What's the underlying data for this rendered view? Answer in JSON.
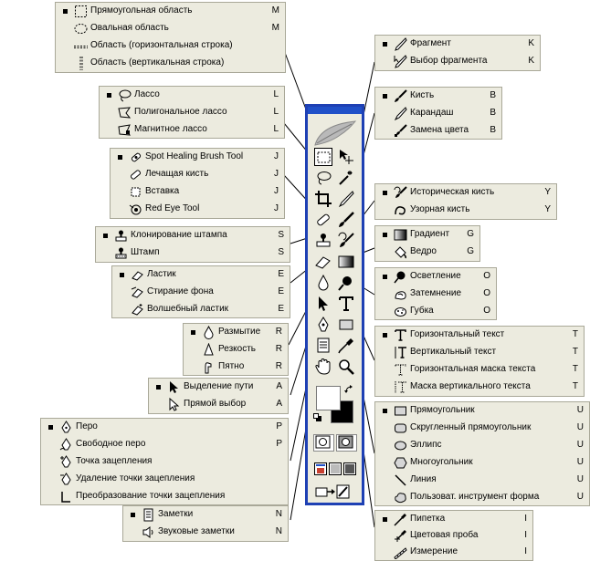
{
  "colors": {
    "panel": "#ecebdf",
    "toolbox_border": "#1e40b4",
    "toolbox_header": "#2050c8"
  },
  "marquee": [
    {
      "label": "Прямоугольная область",
      "key": "M",
      "icon": "rect-marquee-icon"
    },
    {
      "label": "Овальная область",
      "key": "M",
      "icon": "ellipse-marquee-icon"
    },
    {
      "label": "Область (горизонтальная строка)",
      "key": "",
      "icon": "row-marquee-icon"
    },
    {
      "label": "Область (вертикальная строка)",
      "key": "",
      "icon": "column-marquee-icon"
    }
  ],
  "lasso": [
    {
      "label": "Лассо",
      "key": "L",
      "icon": "lasso-icon"
    },
    {
      "label": "Полигональное лассо",
      "key": "L",
      "icon": "polygon-lasso-icon"
    },
    {
      "label": "Магнитное лассо",
      "key": "L",
      "icon": "magnetic-lasso-icon"
    }
  ],
  "healing": [
    {
      "label": "Spot Healing Brush Tool",
      "key": "J",
      "icon": "spot-healing-icon"
    },
    {
      "label": "Лечащая кисть",
      "key": "J",
      "icon": "healing-brush-icon"
    },
    {
      "label": "Вставка",
      "key": "J",
      "icon": "patch-icon"
    },
    {
      "label": "Red Eye Tool",
      "key": "J",
      "icon": "red-eye-icon"
    }
  ],
  "stamp": [
    {
      "label": "Клонирование штампа",
      "key": "S",
      "icon": "clone-stamp-icon"
    },
    {
      "label": "Штамп",
      "key": "S",
      "icon": "pattern-stamp-icon"
    }
  ],
  "eraser": [
    {
      "label": "Ластик",
      "key": "E",
      "icon": "eraser-icon"
    },
    {
      "label": "Стирание фона",
      "key": "E",
      "icon": "background-eraser-icon"
    },
    {
      "label": "Волшебный ластик",
      "key": "E",
      "icon": "magic-eraser-icon"
    }
  ],
  "blur": [
    {
      "label": "Размытие",
      "key": "R",
      "icon": "blur-icon"
    },
    {
      "label": "Резкость",
      "key": "R",
      "icon": "sharpen-icon"
    },
    {
      "label": "Пятно",
      "key": "R",
      "icon": "smudge-icon"
    }
  ],
  "path_select": [
    {
      "label": "Выделение пути",
      "key": "A",
      "icon": "path-selection-icon"
    },
    {
      "label": "Прямой выбор",
      "key": "A",
      "icon": "direct-selection-icon"
    }
  ],
  "pen": [
    {
      "label": "Перо",
      "key": "P",
      "icon": "pen-icon"
    },
    {
      "label": "Свободное перо",
      "key": "P",
      "icon": "freeform-pen-icon"
    },
    {
      "label": "Точка зацепления",
      "key": "",
      "icon": "add-anchor-icon"
    },
    {
      "label": "Удаление точки зацепления",
      "key": "",
      "icon": "delete-anchor-icon"
    },
    {
      "label": "Преобразование точки зацепления",
      "key": "",
      "icon": "convert-point-icon"
    }
  ],
  "notes": [
    {
      "label": "Заметки",
      "key": "N",
      "icon": "notes-icon"
    },
    {
      "label": "Звуковые заметки",
      "key": "N",
      "icon": "audio-annotation-icon"
    }
  ],
  "slice": [
    {
      "label": "Фрагмент",
      "key": "K",
      "icon": "slice-icon"
    },
    {
      "label": "Выбор фрагмента",
      "key": "K",
      "icon": "slice-select-icon"
    }
  ],
  "brush": [
    {
      "label": "Кисть",
      "key": "B",
      "icon": "brush-icon"
    },
    {
      "label": "Карандаш",
      "key": "B",
      "icon": "pencil-icon"
    },
    {
      "label": "Замена цвета",
      "key": "B",
      "icon": "color-replacement-icon"
    }
  ],
  "history": [
    {
      "label": "Историческая кисть",
      "key": "Y",
      "icon": "history-brush-icon"
    },
    {
      "label": "Узорная кисть",
      "key": "Y",
      "icon": "art-history-brush-icon"
    }
  ],
  "gradient": [
    {
      "label": "Градиент",
      "key": "G",
      "icon": "gradient-icon"
    },
    {
      "label": "Ведро",
      "key": "G",
      "icon": "paint-bucket-icon"
    }
  ],
  "dodge": [
    {
      "label": "Осветление",
      "key": "O",
      "icon": "dodge-icon"
    },
    {
      "label": "Затемнение",
      "key": "O",
      "icon": "burn-icon"
    },
    {
      "label": "Губка",
      "key": "O",
      "icon": "sponge-icon"
    }
  ],
  "type": [
    {
      "label": "Горизонтальный текст",
      "key": "T",
      "icon": "horizontal-type-icon"
    },
    {
      "label": "Вертикальный текст",
      "key": "T",
      "icon": "vertical-type-icon"
    },
    {
      "label": "Горизонтальная маска текста",
      "key": "T",
      "icon": "horizontal-type-mask-icon"
    },
    {
      "label": "Маска вертикального текста",
      "key": "T",
      "icon": "vertical-type-mask-icon"
    }
  ],
  "shape": [
    {
      "label": "Прямоугольник",
      "key": "U",
      "icon": "rectangle-icon"
    },
    {
      "label": "Скругленный прямоугольник",
      "key": "U",
      "icon": "rounded-rectangle-icon"
    },
    {
      "label": "Эллипс",
      "key": "U",
      "icon": "ellipse-icon"
    },
    {
      "label": "Многоугольник",
      "key": "U",
      "icon": "polygon-icon"
    },
    {
      "label": "Линия",
      "key": "U",
      "icon": "line-icon"
    },
    {
      "label": "Пользоват. инструмент форма",
      "key": "U",
      "icon": "custom-shape-icon"
    }
  ],
  "eyedropper": [
    {
      "label": "Пипетка",
      "key": "I",
      "icon": "eyedropper-icon"
    },
    {
      "label": "Цветовая проба",
      "key": "I",
      "icon": "color-sampler-icon"
    },
    {
      "label": "Измерение",
      "key": "I",
      "icon": "measure-icon"
    }
  ]
}
